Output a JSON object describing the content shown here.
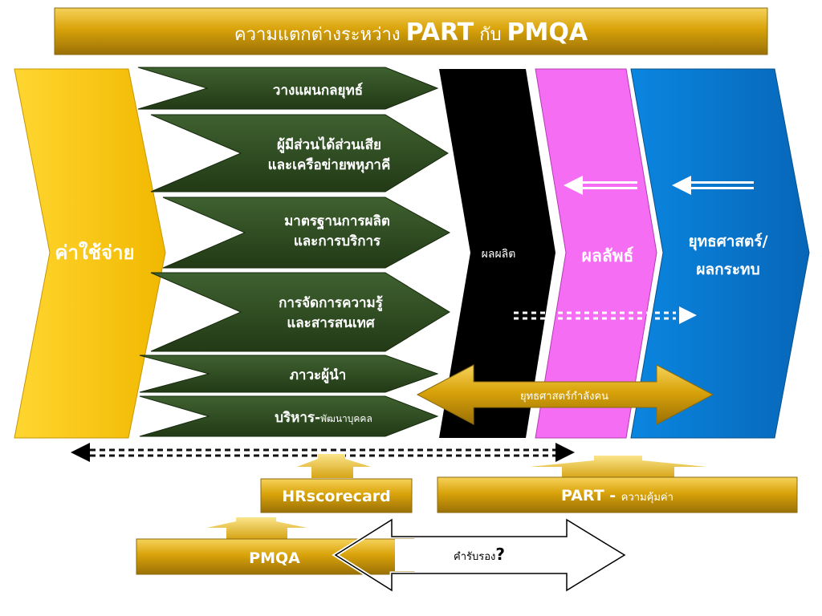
{
  "title": {
    "prefix": "ความแตกต่างระหว่าง ",
    "part": "PART",
    "mid": " กับ ",
    "pmqa": "PMQA"
  },
  "cost_label": "ค่าใช้จ่าย",
  "categories": [
    {
      "line1": "วางแผนกลยุทธ์"
    },
    {
      "line1": "ผู้มีส่วนได้ส่วนเสีย",
      "line2": "และเครือข่ายพหุภาคี"
    },
    {
      "line1": "มาตรฐานการผลิต",
      "line2": "และการบริการ"
    },
    {
      "line1": "การจัดการความรู้",
      "line2": "และสารสนเทศ"
    },
    {
      "line1": "ภาวะผู้นำ"
    },
    {
      "line1": "บริหาร-",
      "line1_small": "พัฒนาบุคคล"
    }
  ],
  "output_label": "ผลผลิต",
  "outcome_label": "ผลลัพธ์",
  "impact_label": {
    "line1": "ยุทธศาสตร์/",
    "line2": "ผลกระทบ"
  },
  "hr_strategy_label": "ยุทธศาสตร์กำลังคน",
  "hrscorecard_label": "HRscorecard",
  "part_box": {
    "main": "PART - ",
    "sub": "ความคุ้มค่า"
  },
  "pmqa_label": "PMQA",
  "certify_label": {
    "text": "คำรับรอง",
    "mark": "?"
  },
  "colors": {
    "gold": "#d8a409",
    "yellow": "#f5c400",
    "green": "#2e4a1e",
    "black": "#000000",
    "pink": "#f46df2",
    "blue": "#0a7ad0"
  }
}
